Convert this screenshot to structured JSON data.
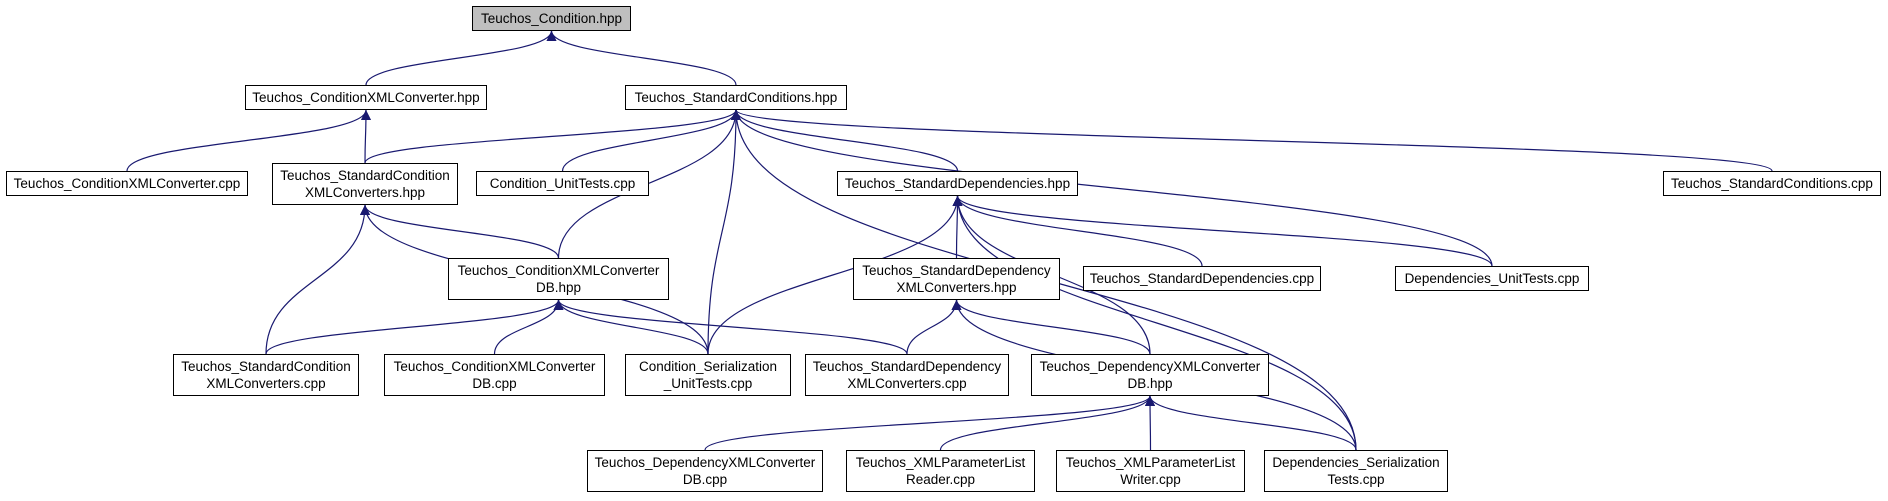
{
  "colors": {
    "edge": "#191970",
    "root_fill": "#bfbfbf",
    "node_fill": "#ffffff",
    "node_border": "#000000"
  },
  "nodes": {
    "condition_hpp": {
      "lines": [
        "Teuchos_Condition.hpp"
      ]
    },
    "condition_xml_converter_hpp": {
      "lines": [
        "Teuchos_ConditionXMLConverter.hpp"
      ]
    },
    "standard_conditions_hpp": {
      "lines": [
        "Teuchos_StandardConditions.hpp"
      ]
    },
    "condition_xml_converter_cpp": {
      "lines": [
        "Teuchos_ConditionXMLConverter.cpp"
      ]
    },
    "standard_condition_xml_converters_hpp": {
      "lines": [
        "Teuchos_StandardCondition",
        "XMLConverters.hpp"
      ]
    },
    "condition_unittests_cpp": {
      "lines": [
        "Condition_UnitTests.cpp"
      ]
    },
    "standard_dependencies_hpp": {
      "lines": [
        "Teuchos_StandardDependencies.hpp"
      ]
    },
    "standard_conditions_cpp": {
      "lines": [
        "Teuchos_StandardConditions.cpp"
      ]
    },
    "condition_xml_converter_db_hpp": {
      "lines": [
        "Teuchos_ConditionXMLConverter",
        "DB.hpp"
      ]
    },
    "standard_dependency_xml_converters_hpp": {
      "lines": [
        "Teuchos_StandardDependency",
        "XMLConverters.hpp"
      ]
    },
    "standard_dependencies_cpp": {
      "lines": [
        "Teuchos_StandardDependencies.cpp"
      ]
    },
    "dependencies_unittests_cpp": {
      "lines": [
        "Dependencies_UnitTests.cpp"
      ]
    },
    "standard_condition_xml_converters_cpp": {
      "lines": [
        "Teuchos_StandardCondition",
        "XMLConverters.cpp"
      ]
    },
    "condition_xml_converter_db_cpp": {
      "lines": [
        "Teuchos_ConditionXMLConverter",
        "DB.cpp"
      ]
    },
    "condition_serialization_unittests_cpp": {
      "lines": [
        "Condition_Serialization",
        "_UnitTests.cpp"
      ]
    },
    "standard_dependency_xml_converters_cpp": {
      "lines": [
        "Teuchos_StandardDependency",
        "XMLConverters.cpp"
      ]
    },
    "dependency_xml_converter_db_hpp": {
      "lines": [
        "Teuchos_DependencyXMLConverter",
        "DB.hpp"
      ]
    },
    "dependency_xml_converter_db_cpp": {
      "lines": [
        "Teuchos_DependencyXMLConverter",
        "DB.cpp"
      ]
    },
    "xml_parameter_list_reader_cpp": {
      "lines": [
        "Teuchos_XMLParameterList",
        "Reader.cpp"
      ]
    },
    "xml_parameter_list_writer_cpp": {
      "lines": [
        "Teuchos_XMLParameterList",
        "Writer.cpp"
      ]
    },
    "dependencies_serialization_tests_cpp": {
      "lines": [
        "Dependencies_Serialization",
        "Tests.cpp"
      ]
    }
  },
  "edges": [
    {
      "from": "condition_xml_converter_hpp",
      "to": "condition_hpp"
    },
    {
      "from": "standard_conditions_hpp",
      "to": "condition_hpp"
    },
    {
      "from": "condition_xml_converter_cpp",
      "to": "condition_xml_converter_hpp"
    },
    {
      "from": "standard_condition_xml_converters_hpp",
      "to": "condition_xml_converter_hpp"
    },
    {
      "from": "standard_condition_xml_converters_hpp",
      "to": "standard_conditions_hpp"
    },
    {
      "from": "condition_unittests_cpp",
      "to": "standard_conditions_hpp"
    },
    {
      "from": "condition_xml_converter_db_hpp",
      "to": "standard_conditions_hpp"
    },
    {
      "from": "condition_serialization_unittests_cpp",
      "to": "standard_conditions_hpp"
    },
    {
      "from": "standard_dependencies_hpp",
      "to": "standard_conditions_hpp"
    },
    {
      "from": "dependencies_unittests_cpp",
      "to": "standard_conditions_hpp"
    },
    {
      "from": "dependencies_serialization_tests_cpp",
      "to": "standard_conditions_hpp"
    },
    {
      "from": "standard_conditions_cpp",
      "to": "standard_conditions_hpp"
    },
    {
      "from": "condition_xml_converter_db_hpp",
      "to": "standard_condition_xml_converters_hpp"
    },
    {
      "from": "standard_condition_xml_converters_cpp",
      "to": "standard_condition_xml_converters_hpp"
    },
    {
      "from": "condition_serialization_unittests_cpp",
      "to": "standard_condition_xml_converters_hpp"
    },
    {
      "from": "standard_condition_xml_converters_cpp",
      "to": "condition_xml_converter_db_hpp"
    },
    {
      "from": "condition_xml_converter_db_cpp",
      "to": "condition_xml_converter_db_hpp"
    },
    {
      "from": "condition_serialization_unittests_cpp",
      "to": "condition_xml_converter_db_hpp"
    },
    {
      "from": "standard_dependency_xml_converters_cpp",
      "to": "condition_xml_converter_db_hpp"
    },
    {
      "from": "condition_serialization_unittests_cpp",
      "to": "standard_dependencies_hpp"
    },
    {
      "from": "standard_dependency_xml_converters_hpp",
      "to": "standard_dependencies_hpp"
    },
    {
      "from": "standard_dependencies_cpp",
      "to": "standard_dependencies_hpp"
    },
    {
      "from": "dependencies_unittests_cpp",
      "to": "standard_dependencies_hpp"
    },
    {
      "from": "dependency_xml_converter_db_hpp",
      "to": "standard_dependencies_hpp"
    },
    {
      "from": "dependencies_serialization_tests_cpp",
      "to": "standard_dependencies_hpp"
    },
    {
      "from": "standard_dependency_xml_converters_cpp",
      "to": "standard_dependency_xml_converters_hpp"
    },
    {
      "from": "dependency_xml_converter_db_hpp",
      "to": "standard_dependency_xml_converters_hpp"
    },
    {
      "from": "dependencies_serialization_tests_cpp",
      "to": "standard_dependency_xml_converters_hpp"
    },
    {
      "from": "dependency_xml_converter_db_cpp",
      "to": "dependency_xml_converter_db_hpp"
    },
    {
      "from": "xml_parameter_list_reader_cpp",
      "to": "dependency_xml_converter_db_hpp"
    },
    {
      "from": "xml_parameter_list_writer_cpp",
      "to": "dependency_xml_converter_db_hpp"
    },
    {
      "from": "dependencies_serialization_tests_cpp",
      "to": "dependency_xml_converter_db_hpp"
    }
  ]
}
